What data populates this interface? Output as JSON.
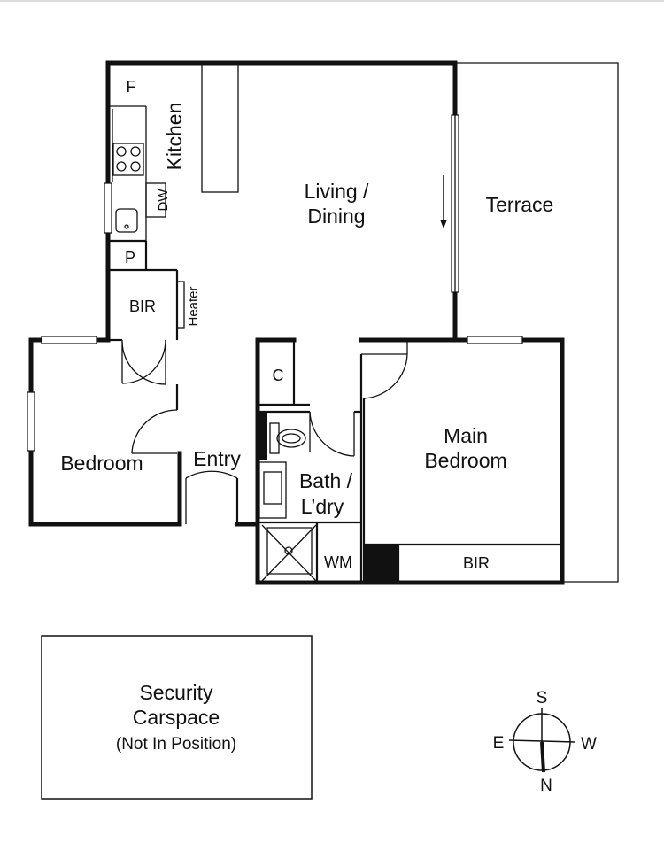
{
  "rooms": {
    "fridge": "F",
    "kitchen": "Kitchen",
    "dishwasher": "DW",
    "pantry": "P",
    "bir_left": "BIR",
    "heater": "Heater",
    "living_line1": "Living /",
    "living_line2": "Dining",
    "terrace": "Terrace",
    "cupboard": "C",
    "bedroom": "Bedroom",
    "entry": "Entry",
    "bath_line1": "Bath /",
    "bath_line2": "L’dry",
    "main_line1": "Main",
    "main_line2": "Bedroom",
    "washing_machine": "WM",
    "bir_main": "BIR"
  },
  "carspace": {
    "line1": "Security",
    "line2": "Carspace",
    "line3": "(Not In Position)"
  },
  "compass": {
    "north": "N",
    "south": "S",
    "east": "E",
    "west": "W"
  }
}
